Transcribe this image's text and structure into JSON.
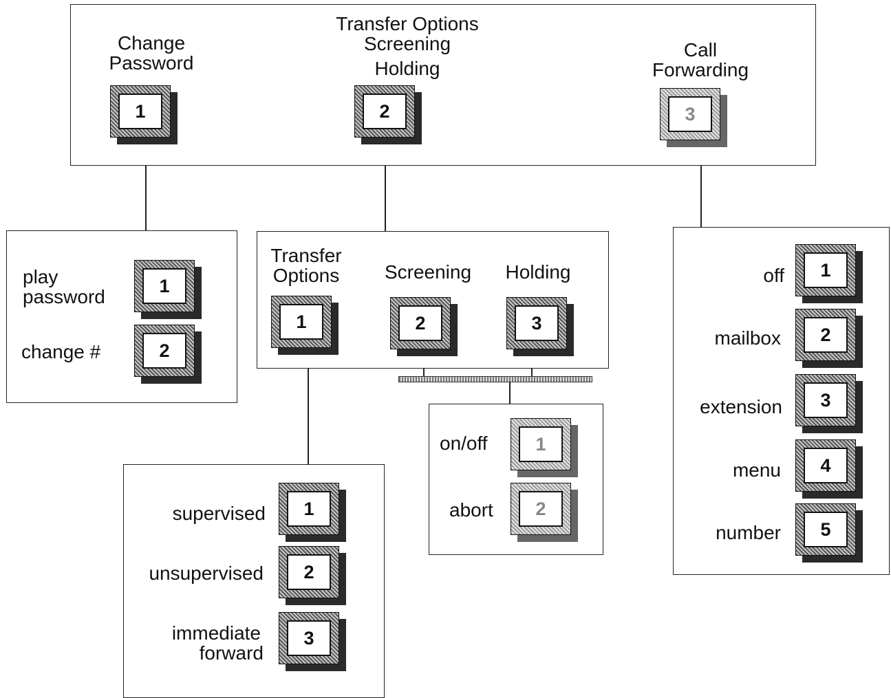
{
  "top_panel": {
    "change_password": {
      "label_line1": "Change",
      "label_line2": "Password",
      "key": "1"
    },
    "transfer_options": {
      "label_line1": "Transfer Options",
      "label_line2": "Screening",
      "label_line3": "Holding",
      "key": "2"
    },
    "call_forwarding": {
      "label_line1": "Call",
      "label_line2": "Forwarding",
      "key": "3"
    }
  },
  "password_panel": {
    "items": [
      {
        "label_line1": "play",
        "label_line2": "password",
        "key": "1"
      },
      {
        "label": "change #",
        "key": "2"
      }
    ]
  },
  "options_panel": {
    "transfer": {
      "label_line1": "Transfer",
      "label_line2": "Options",
      "key": "1"
    },
    "screening": {
      "label": "Screening",
      "key": "2"
    },
    "holding": {
      "label": "Holding",
      "key": "3"
    }
  },
  "screening_panel": {
    "items": [
      {
        "label": "on/off",
        "key": "1"
      },
      {
        "label": "abort",
        "key": "2"
      }
    ]
  },
  "transfer_panel": {
    "items": [
      {
        "label": "supervised",
        "key": "1"
      },
      {
        "label": "unsupervised",
        "key": "2"
      },
      {
        "label_line1": "immediate",
        "label_line2": "forward",
        "key": "3"
      }
    ]
  },
  "forwarding_panel": {
    "items": [
      {
        "label": "off",
        "key": "1"
      },
      {
        "label": "mailbox",
        "key": "2"
      },
      {
        "label": "extension",
        "key": "3"
      },
      {
        "label": "menu",
        "key": "4"
      },
      {
        "label": "number",
        "key": "5"
      }
    ]
  }
}
